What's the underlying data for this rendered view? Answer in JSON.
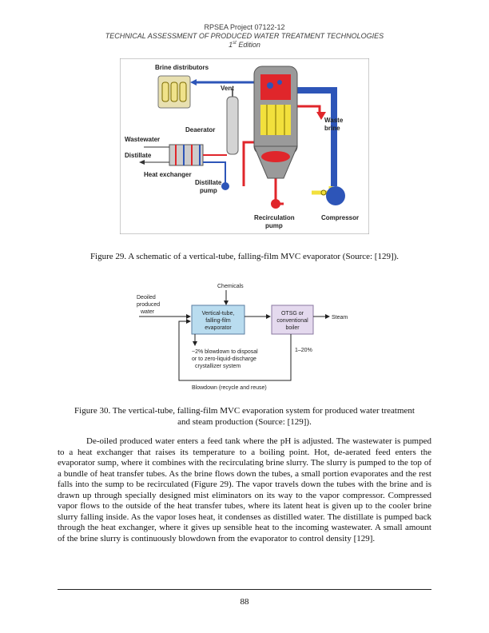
{
  "header": {
    "project": "RPSEA Project 07122-12",
    "title": "TECHNICAL ASSESSMENT OF PRODUCED WATER TREATMENT TECHNOLOGIES",
    "edition_number": "1",
    "edition_suffix": "st",
    "edition_word": " Edition"
  },
  "figure1": {
    "labels": {
      "brine_distributors": "Brine distributors",
      "vent": "Vent",
      "deaerator": "Deaerator",
      "wastewater": "Wastewater",
      "distillate": "Distillate",
      "heat_exchanger": "Heat exchanger",
      "distillate_pump_1": "Distillate",
      "distillate_pump_2": "pump",
      "waste_brine_1": "Waste",
      "waste_brine_2": "brine",
      "recirculation_pump_1": "Recirculation",
      "recirculation_pump_2": "pump",
      "compressor": "Compressor"
    },
    "caption": "Figure 29. A schematic of a vertical-tube, falling-film MVC evaporator  (Source: [129])."
  },
  "figure2": {
    "labels": {
      "chemicals": "Chemicals",
      "deoiled_1": "Deoiled",
      "deoiled_2": "produced",
      "deoiled_3": "water",
      "evap_1": "Vertical-tube,",
      "evap_2": "falling-film",
      "evap_3": "evaporator",
      "boiler_1": "OTSG or",
      "boiler_2": "conventional",
      "boiler_3": "boiler",
      "steam": "Steam",
      "blowdown_1": "~2% blowdown to disposal",
      "blowdown_2": "or to zero-liquid-discharge",
      "blowdown_3": "crystallizer system",
      "percent": "1–20%",
      "recycle": "Blowdown (recycle and reuse)"
    },
    "caption_line1": "Figure 30. The vertical-tube, falling-film MVC evaporation system for produced water treatment",
    "caption_line2": "and steam production (Source: [129])."
  },
  "body": {
    "paragraph": "De-oiled produced water enters a feed tank where the pH is adjusted. The wastewater is pumped to a heat exchanger that raises its temperature to a boiling point. Hot, de-aerated feed enters the evaporator sump, where it combines with the recirculating brine slurry. The slurry is pumped to the top of a bundle of heat transfer tubes. As the brine flows down the tubes, a small portion evaporates and the rest falls into the sump to be recirculated (Figure 29). The vapor travels down the tubes with the brine and is drawn up through specially designed mist eliminators on its way to the vapor compressor. Compressed vapor flows to the outside of the heat transfer tubes, where its latent heat is given up to the cooler brine slurry falling inside. As the vapor loses heat, it condenses as distilled water. The distillate is pumped back through the heat exchanger, where it gives up sensible heat to the incoming wastewater. A small amount of the brine slurry is continuously blowdown from the evaporator to control density [129]."
  },
  "footer": {
    "page_number": "88"
  },
  "colors": {
    "brine_red": "#e0262b",
    "feed_blue": "#2d55b8",
    "vessel_gray": "#9a9a9a",
    "yellow": "#f2e03c",
    "evap_box": "#b9dcef",
    "boiler_box": "#e4d9ee"
  }
}
